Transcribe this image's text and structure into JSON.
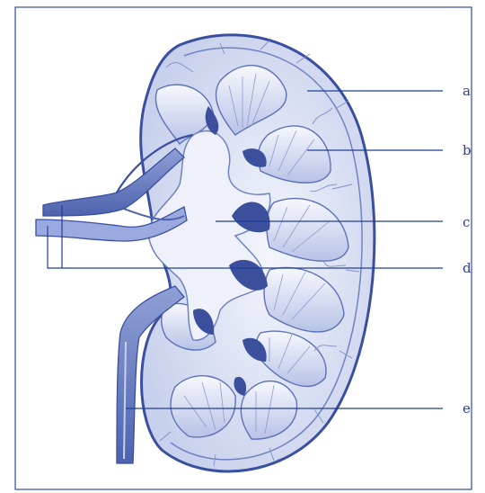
{
  "colors": {
    "frame": "#2f4a9a",
    "outline": "#3a4fa0",
    "deep": "#3b4f9c",
    "mid": "#6f82c4",
    "light": "#b8c3e6",
    "pale": "#e8ecf7",
    "leader": "#1f3f9a"
  },
  "labels": [
    {
      "id": "a",
      "text": "a"
    },
    {
      "id": "b",
      "text": "b"
    },
    {
      "id": "c",
      "text": "c"
    },
    {
      "id": "d",
      "text": "d"
    },
    {
      "id": "e",
      "text": "e"
    }
  ]
}
